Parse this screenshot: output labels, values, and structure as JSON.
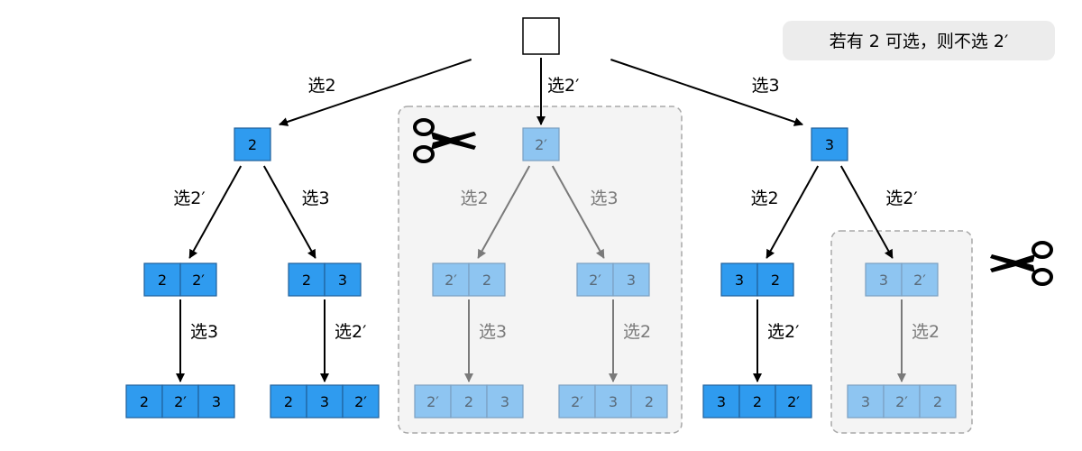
{
  "note": "若有 2 可选，则不选 2′",
  "colors": {
    "active_fill": "#2f9bef",
    "active_stroke": "#1f5f99",
    "pruned_fill": "#8ec5f1",
    "pruned_stroke": "#7a9fc0",
    "active_text": "#000000",
    "pruned_text": "#5a6b7a",
    "edge_active": "#000000",
    "edge_pruned": "#7a7a7a",
    "pruned_region_fill": "#f4f4f4",
    "pruned_region_stroke": "#a8a8a8",
    "note_fill": "#ececec"
  },
  "icons": [
    "scissors-icon",
    "scissors-icon"
  ],
  "nodes": [
    {
      "id": "root",
      "cells": [],
      "pruned": false
    },
    {
      "id": "n2",
      "cells": [
        "2"
      ],
      "pruned": false
    },
    {
      "id": "n2p",
      "cells": [
        "2′"
      ],
      "pruned": true
    },
    {
      "id": "n3",
      "cells": [
        "3"
      ],
      "pruned": false
    },
    {
      "id": "n2_2p",
      "cells": [
        "2",
        "2′"
      ],
      "pruned": false
    },
    {
      "id": "n2_3",
      "cells": [
        "2",
        "3"
      ],
      "pruned": false
    },
    {
      "id": "n2p_2",
      "cells": [
        "2′",
        "2"
      ],
      "pruned": true
    },
    {
      "id": "n2p_3",
      "cells": [
        "2′",
        "3"
      ],
      "pruned": true
    },
    {
      "id": "n3_2",
      "cells": [
        "3",
        "2"
      ],
      "pruned": false
    },
    {
      "id": "n3_2p",
      "cells": [
        "3",
        "2′"
      ],
      "pruned": true
    },
    {
      "id": "n2_2p_3",
      "cells": [
        "2",
        "2′",
        "3"
      ],
      "pruned": false
    },
    {
      "id": "n2_3_2p",
      "cells": [
        "2",
        "3",
        "2′"
      ],
      "pruned": false
    },
    {
      "id": "n2p_2_3",
      "cells": [
        "2′",
        "2",
        "3"
      ],
      "pruned": true
    },
    {
      "id": "n2p_3_2",
      "cells": [
        "2′",
        "3",
        "2"
      ],
      "pruned": true
    },
    {
      "id": "n3_2_2p",
      "cells": [
        "3",
        "2",
        "2′"
      ],
      "pruned": false
    },
    {
      "id": "n3_2p_2",
      "cells": [
        "3",
        "2′",
        "2"
      ],
      "pruned": true
    }
  ],
  "edges": [
    {
      "from": "root",
      "to": "n2",
      "label": "选2",
      "pruned": false
    },
    {
      "from": "root",
      "to": "n2p",
      "label": "选2′",
      "pruned": false
    },
    {
      "from": "root",
      "to": "n3",
      "label": "选3",
      "pruned": false
    },
    {
      "from": "n2",
      "to": "n2_2p",
      "label": "选2′",
      "pruned": false
    },
    {
      "from": "n2",
      "to": "n2_3",
      "label": "选3",
      "pruned": false
    },
    {
      "from": "n2p",
      "to": "n2p_2",
      "label": "选2",
      "pruned": true
    },
    {
      "from": "n2p",
      "to": "n2p_3",
      "label": "选3",
      "pruned": true
    },
    {
      "from": "n3",
      "to": "n3_2",
      "label": "选2",
      "pruned": false
    },
    {
      "from": "n3",
      "to": "n3_2p",
      "label": "选2′",
      "pruned": false
    },
    {
      "from": "n2_2p",
      "to": "n2_2p_3",
      "label": "选3",
      "pruned": false
    },
    {
      "from": "n2_3",
      "to": "n2_3_2p",
      "label": "选2′",
      "pruned": false
    },
    {
      "from": "n2p_2",
      "to": "n2p_2_3",
      "label": "选3",
      "pruned": true
    },
    {
      "from": "n2p_3",
      "to": "n2p_3_2",
      "label": "选2",
      "pruned": true
    },
    {
      "from": "n3_2",
      "to": "n3_2_2p",
      "label": "选2′",
      "pruned": false
    },
    {
      "from": "n3_2p",
      "to": "n3_2p_2",
      "label": "选2",
      "pruned": true
    }
  ]
}
